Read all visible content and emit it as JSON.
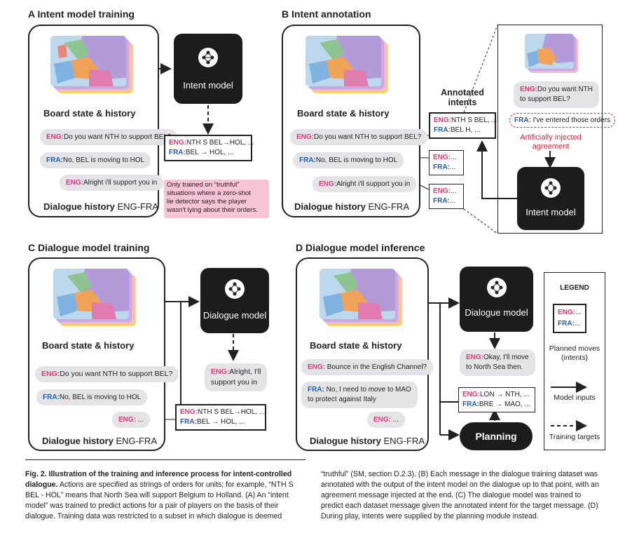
{
  "colors": {
    "eng": "#e0367b",
    "fra": "#1f5fa8",
    "dark": "#1c1c1c",
    "bubble": "#e4e4e6",
    "note_bg": "#f6c4d2",
    "injected": "#e0253f"
  },
  "panel_a": {
    "title": "A  Intent model training",
    "board_label": "Board state & history",
    "dialogue_label": "Dialogue history",
    "dialogue_pair": "ENG-FRA",
    "messages": [
      {
        "speaker": "ENG:",
        "text": "Do you want NTH to support BEL?"
      },
      {
        "speaker": "FRA:",
        "text": "No, BEL is moving to HOL"
      },
      {
        "speaker": "ENG:",
        "text": "Alright i'll support you in"
      }
    ],
    "model_label": "Intent model",
    "output_lines": [
      {
        "speaker": "ENG:",
        "text": "NTH S BEL",
        "arrow": "→",
        "rest": "HOL, ..."
      },
      {
        "speaker": "FRA:",
        "text": "BEL",
        "arrow": "→",
        "rest": "HOL, ..."
      }
    ],
    "note_lines": [
      "Only trained on “truthful”",
      "situations where a zero-shot",
      "lie detector says the player",
      "wasn't lying about their orders."
    ]
  },
  "panel_b": {
    "title": "B  Intent annotation",
    "board_label": "Board state & history",
    "dialogue_label": "Dialogue history",
    "dialogue_pair": "ENG-FRA",
    "messages": [
      {
        "speaker": "ENG:",
        "text": "Do you want NTH to support BEL?"
      },
      {
        "speaker": "FRA:",
        "text": "No, BEL is moving to HOL"
      },
      {
        "speaker": "ENG:",
        "text": "Alright i'll support you in"
      }
    ],
    "annotated_title": "Annotated\nintents",
    "intent_first": [
      {
        "speaker": "ENG:",
        "text": "NTH S BEL, ..."
      },
      {
        "speaker": "FRA:",
        "text": "BEL H, ..."
      }
    ],
    "intent_more": [
      {
        "speaker": "ENG:",
        "text": "..."
      },
      {
        "speaker": "FRA:",
        "text": "..."
      }
    ],
    "inset_message": {
      "speaker": "ENG:",
      "text": "Do you want NTH\nto support BEL?"
    },
    "injected_message": {
      "speaker": "FRA:",
      "text": "I've entered those orders"
    },
    "injected_label": "Artificially injected\nagreement",
    "model_label": "Intent model"
  },
  "panel_c": {
    "title": "C  Dialogue model training",
    "board_label": "Board state & history",
    "dialogue_label": "Dialogue history",
    "dialogue_pair": "ENG-FRA",
    "messages": [
      {
        "speaker": "ENG:",
        "text": "Do you want NTH to support BEL?"
      },
      {
        "speaker": "FRA:",
        "text": "No, BEL is moving to HOL"
      },
      {
        "speaker": "ENG:",
        "text": "..."
      }
    ],
    "model_label": "Dialogue model",
    "output_message": {
      "speaker": "ENG:",
      "text": "Alright, I'll\nsupport you in"
    },
    "intent_lines": [
      {
        "speaker": "ENG:",
        "text": "NTH S BEL",
        "arrow": "→",
        "rest": "HOL, ..."
      },
      {
        "speaker": "FRA:",
        "text": "BEL",
        "arrow": "→",
        "rest": "HOL, ..."
      }
    ]
  },
  "panel_d": {
    "title": "D  Dialogue model inference",
    "board_label": "Board state & history",
    "dialogue_label": "Dialogue history",
    "dialogue_pair": "ENG-FRA",
    "messages": [
      {
        "speaker": "ENG:",
        "text": "Bounce in the English Channel?"
      },
      {
        "speaker": "FRA:",
        "text": "No, I need to move to MAO\nto protect against Italy"
      },
      {
        "speaker": "ENG:",
        "text": "..."
      }
    ],
    "model_label": "Dialogue model",
    "output_message": {
      "speaker": "ENG:",
      "text": "Okay, I'll move\nto North Sea then."
    },
    "intent_lines": [
      {
        "speaker": "ENG:",
        "text": "LON",
        "arrow": "→",
        "rest": "NTH, ..."
      },
      {
        "speaker": "FRA:",
        "text": "BRE",
        "arrow": "→",
        "rest": "MAO, ..."
      }
    ],
    "planning_label": "Planning"
  },
  "legend": {
    "title": "LEGEND",
    "sample": [
      {
        "speaker": "ENG:",
        "text": "..."
      },
      {
        "speaker": "FRA:",
        "text": "..."
      }
    ],
    "planned_moves": "Planned moves\n(intents)",
    "model_inputs": "Model inputs",
    "training_targets": "Training targets"
  },
  "caption": {
    "lead": "Fig. 2. Illustration of the training and inference process for intent-controlled dialogue.",
    "left_rest": " Actions are specified as strings of orders for units; for example, “NTH S BEL - HOL” means that North Sea will support Belgium to Holland. (A) An “intent model” was trained to predict actions for a pair of players on the basis of their dialogue. Training data was restricted to a subset in which dialogue is deemed",
    "right": "“truthful” (SM, section D.2.3). (B) Each message in the dialogue training dataset was annotated with the output of the intent model on the dialogue up to that point, with an agreement message injected at the end. (C) The dialogue model was trained to predict each dataset message given the annotated intent for the target message. (D) During play, intents were supplied by the planning module instead."
  }
}
